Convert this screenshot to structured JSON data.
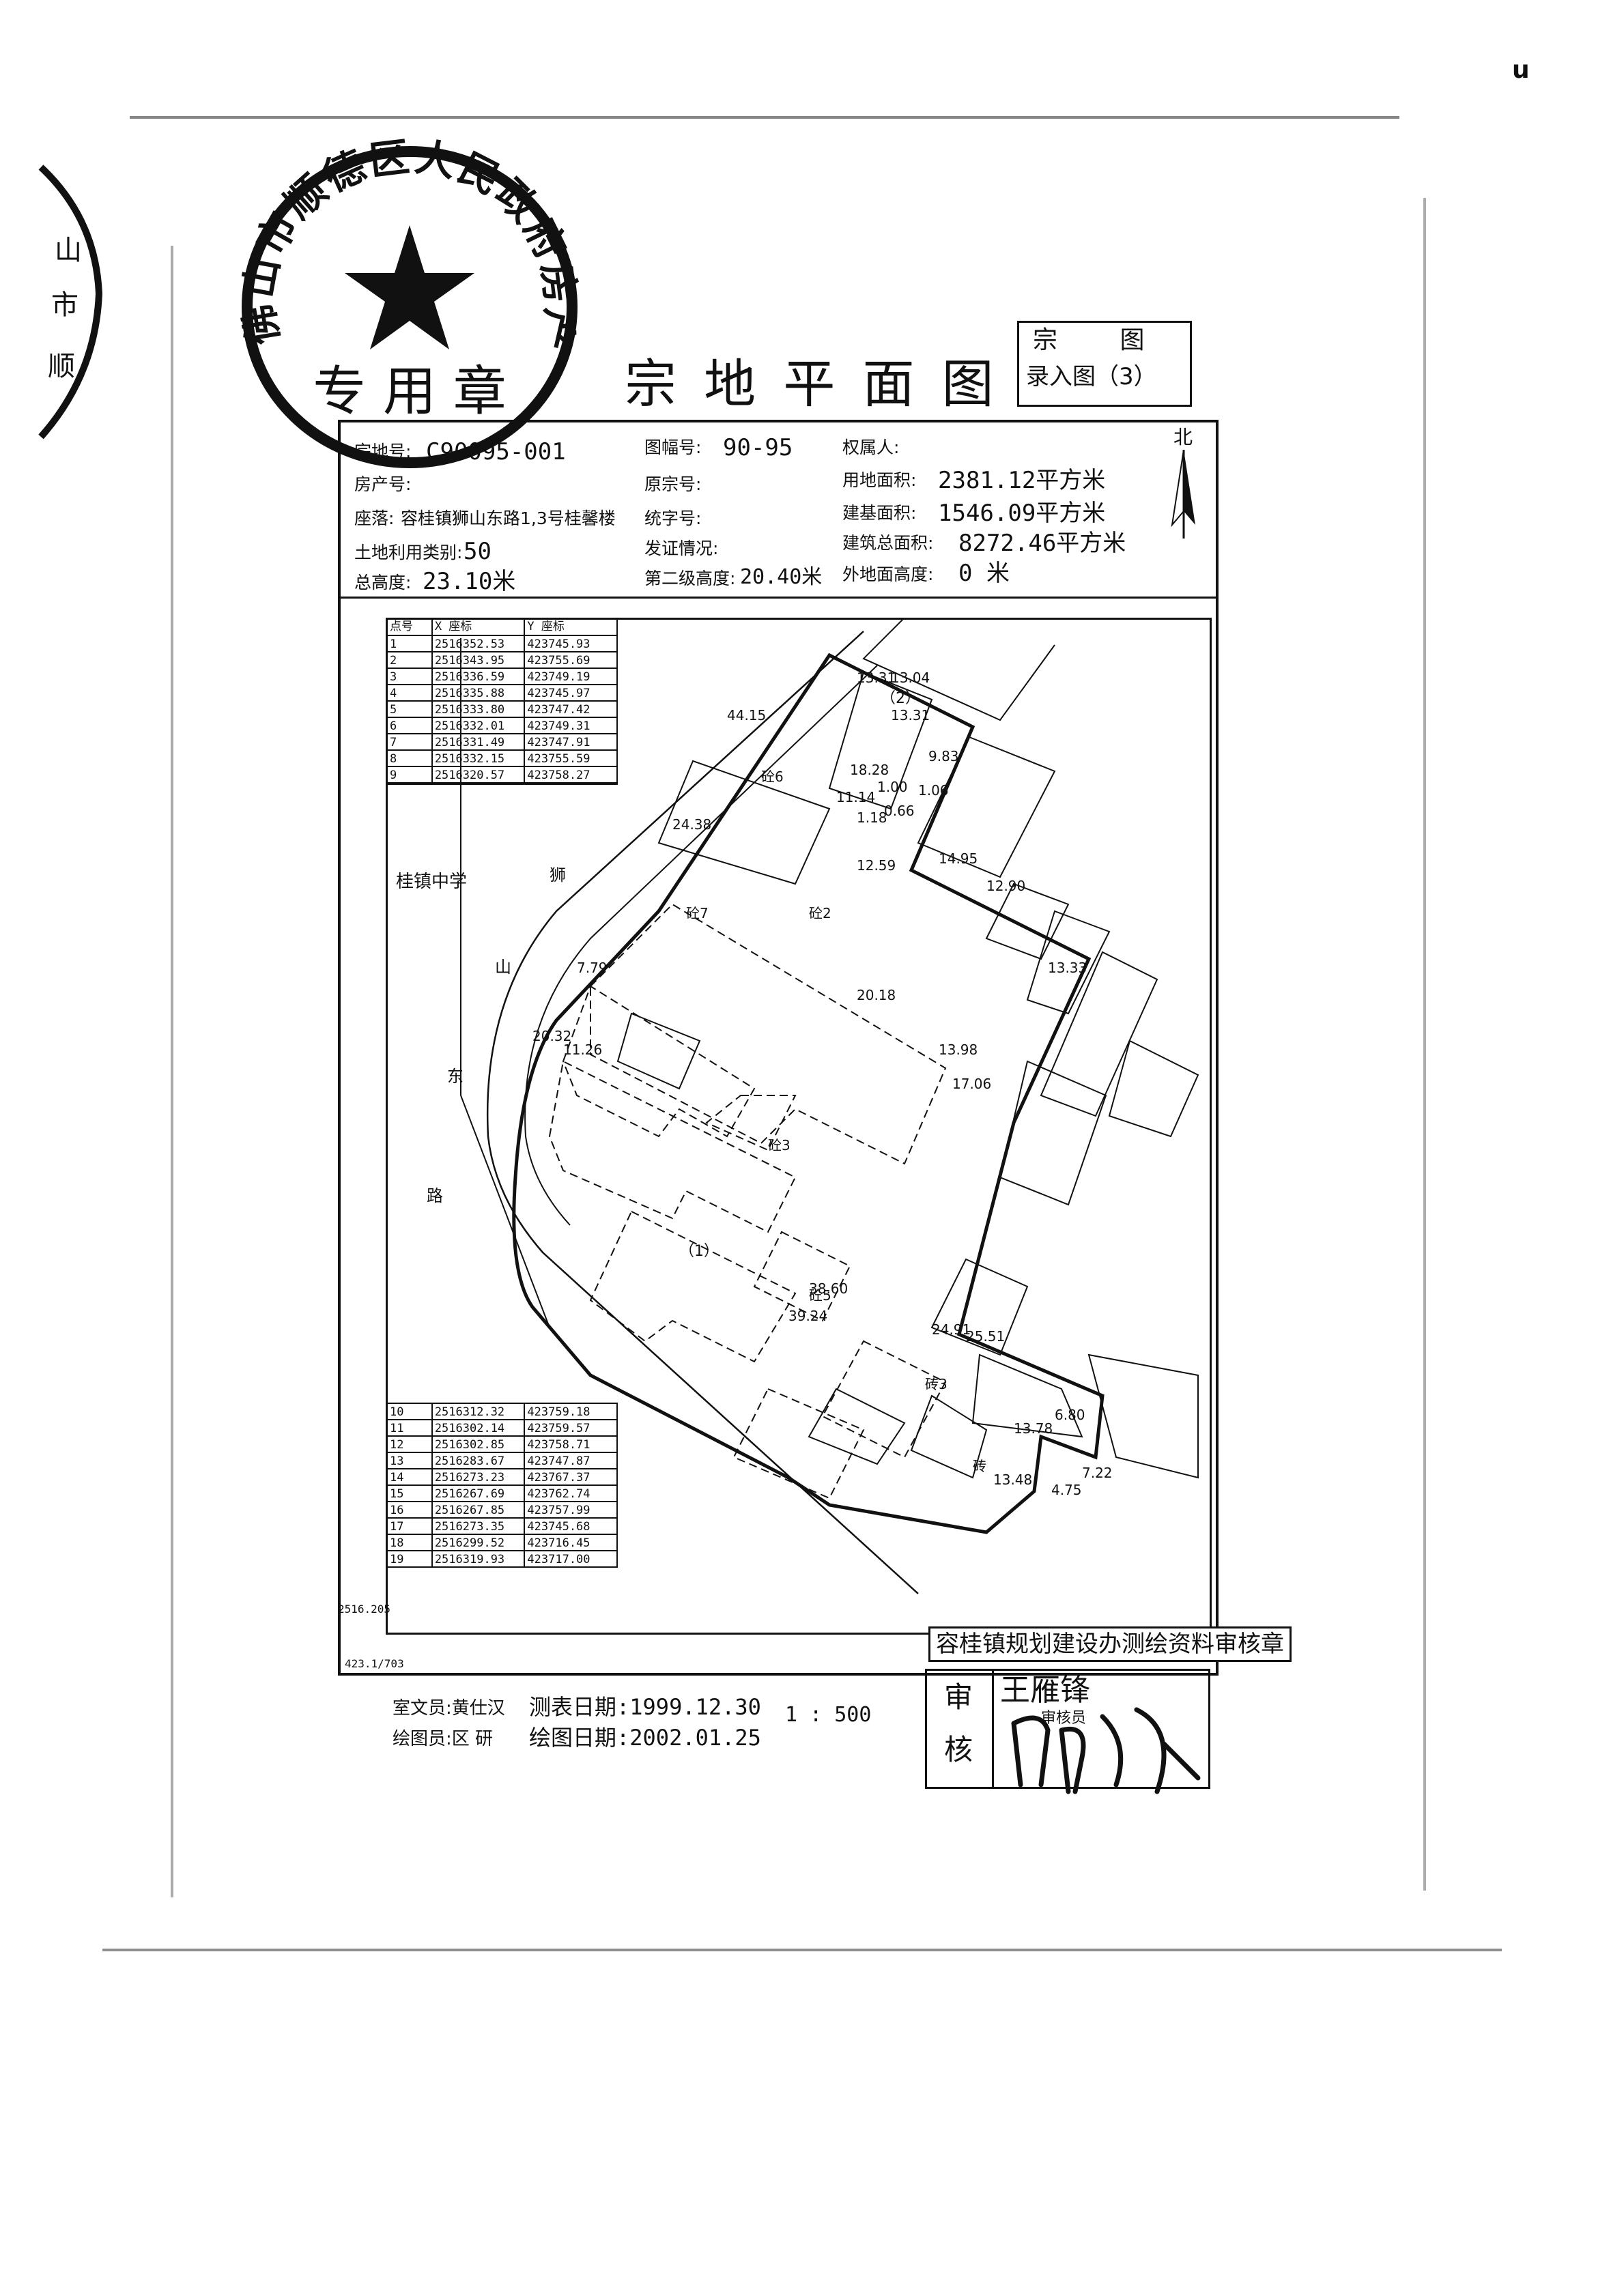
{
  "title": "宗 地 平 面 图",
  "header_box": {
    "line1": "宗 图",
    "line2": "录入图（3）"
  },
  "north_label": "北",
  "info": {
    "parcel_no": {
      "label": "宗地号:",
      "value": "C90095-001"
    },
    "map_no": {
      "label": "图幅号:",
      "value": "90-95"
    },
    "owner": {
      "label": "权属人:",
      "value": ""
    },
    "land_area": {
      "label": "用地面积:",
      "value": "2381.12平方米"
    },
    "house_no": {
      "label": "房产号:",
      "value": ""
    },
    "orig_parcel": {
      "label": "原宗号:",
      "value": ""
    },
    "base_area": {
      "label": "建基面积:",
      "value": "1546.09平方米"
    },
    "location": {
      "label": "座落:",
      "value": "容桂镇狮山东路1,3号桂馨楼"
    },
    "unified_no": {
      "label": "统字号:",
      "value": ""
    },
    "total_area": {
      "label": "建筑总面积:",
      "value": "8272.46平方米"
    },
    "land_use": {
      "label": "土地利用类别:",
      "value": "50"
    },
    "cert_status": {
      "label": "发证情况:",
      "value": ""
    },
    "total_height": {
      "label": "总高度:",
      "value": "23.10米"
    },
    "second_height": {
      "label": "第二级高度:",
      "value": "20.40米"
    },
    "outer_height": {
      "label": "外地面高度:",
      "value": "0 米"
    }
  },
  "coord_table_top": {
    "headers": [
      "点号",
      "X 座标",
      "Y 座标"
    ],
    "rows": [
      [
        "1",
        "2516352.53",
        "423745.93"
      ],
      [
        "2",
        "2516343.95",
        "423755.69"
      ],
      [
        "3",
        "2516336.59",
        "423749.19"
      ],
      [
        "4",
        "2516335.88",
        "423745.97"
      ],
      [
        "5",
        "2516333.80",
        "423747.42"
      ],
      [
        "6",
        "2516332.01",
        "423749.31"
      ],
      [
        "7",
        "2516331.49",
        "423747.91"
      ],
      [
        "8",
        "2516332.15",
        "423755.59"
      ],
      [
        "9",
        "2516320.57",
        "423758.27"
      ]
    ]
  },
  "coord_table_bottom": {
    "rows": [
      [
        "10",
        "2516312.32",
        "423759.18"
      ],
      [
        "11",
        "2516302.14",
        "423759.57"
      ],
      [
        "12",
        "2516302.85",
        "423758.71"
      ],
      [
        "13",
        "2516283.67",
        "423747.87"
      ],
      [
        "14",
        "2516273.23",
        "423767.37"
      ],
      [
        "15",
        "2516267.69",
        "423762.74"
      ],
      [
        "16",
        "2516267.85",
        "423757.99"
      ],
      [
        "17",
        "2516273.35",
        "423745.68"
      ],
      [
        "18",
        "2516299.52",
        "423716.45"
      ],
      [
        "19",
        "2516319.93",
        "423717.00"
      ]
    ]
  },
  "grid_y_label": "2516.205",
  "grid_x_label": "423.1/703",
  "map_text": {
    "school": "桂镇中学",
    "road_chars": [
      "狮",
      "山",
      "东",
      "路"
    ],
    "unit1": "（1）",
    "unit2": "（2）"
  },
  "map_labels": [
    "13.31",
    "13.04",
    "11.14",
    "13.31",
    "9.83",
    "1.06",
    "1.00",
    "0.66",
    "1.18",
    "14.95",
    "44.15",
    "18.28",
    "24.38",
    "12.59",
    "12.90",
    "7.79",
    "20.32",
    "11.26",
    "20.18",
    "13.33",
    "13.98",
    "17.06",
    "38.60",
    "39.24",
    "24.91",
    "25.51",
    "13.78",
    "6.80",
    "13.48",
    "4.75",
    "7.22",
    "砼6",
    "砼2",
    "砼7",
    "砼3",
    "砼5",
    "砖",
    "砖3"
  ],
  "footer": {
    "surveyor": "室文员:黄仕汉",
    "survey_date": "测表日期:1999.12.30",
    "drafter": "绘图员:区 研",
    "draw_date": "绘图日期:2002.01.25",
    "scale": "1 : 500"
  },
  "stamp_review": {
    "title": "容桂镇规划建设办测绘资料审核章",
    "left": [
      "审",
      "核"
    ],
    "reviewer": "王雁锋",
    "reviewer_role": "审核员"
  },
  "seal": {
    "text_arc": "佛山市顺德区人民政府房产权证",
    "center": "专 用 章"
  },
  "corner_mark": "u"
}
